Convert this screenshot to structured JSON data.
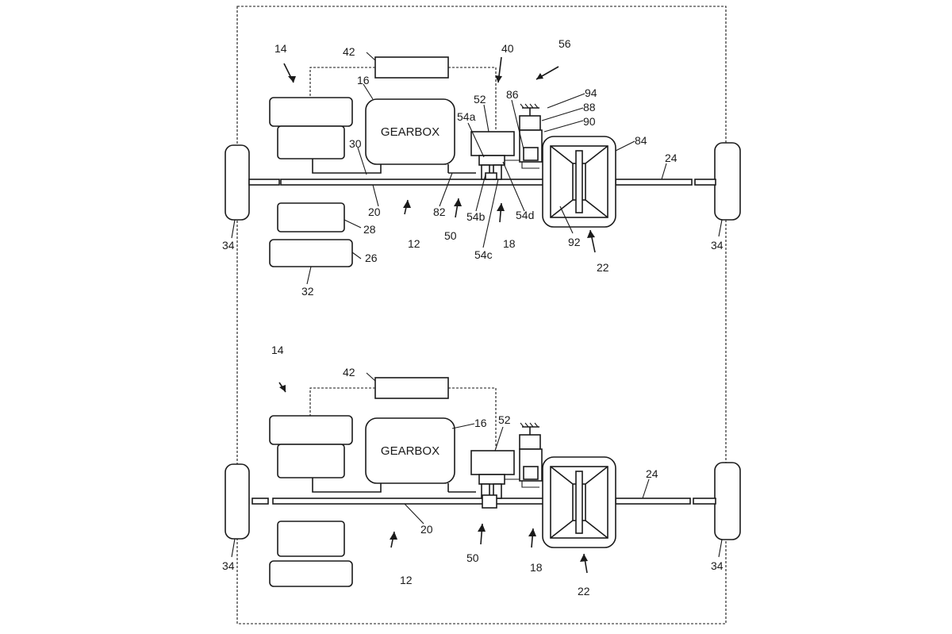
{
  "colors": {
    "line": "#1a1a1a",
    "background": "#ffffff"
  },
  "top": {
    "gearbox_text": "GEARBOX",
    "labels": {
      "l14": "14",
      "l42": "42",
      "l40": "40",
      "l56": "56",
      "l16": "16",
      "l52": "52",
      "l54a": "54a",
      "l86": "86",
      "l94": "94",
      "l88": "88",
      "l90": "90",
      "l84": "84",
      "l24": "24",
      "l30": "30",
      "l20": "20",
      "l82": "82",
      "l50": "50",
      "l54b": "54b",
      "l54c": "54c",
      "l54d": "54d",
      "l18": "18",
      "l92": "92",
      "l22": "22",
      "l12": "12",
      "l28": "28",
      "l26": "26",
      "l32": "32",
      "l34a": "34",
      "l34b": "34"
    }
  },
  "bottom": {
    "gearbox_text": "GEARBOX",
    "labels": {
      "l14": "14",
      "l42": "42",
      "l16": "16",
      "l52": "52",
      "l24": "24",
      "l20": "20",
      "l50": "50",
      "l12": "12",
      "l18": "18",
      "l22": "22",
      "l34a": "34",
      "l34b": "34"
    }
  }
}
